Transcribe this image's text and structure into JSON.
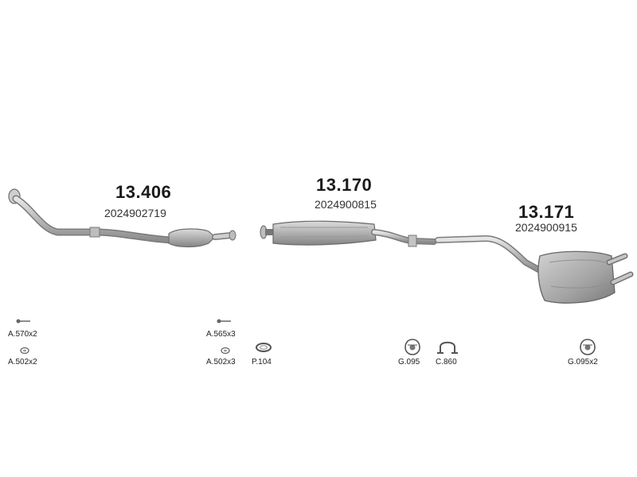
{
  "colors": {
    "pipe_fill": "#c9c9c9",
    "pipe_stroke": "#7d7d7d",
    "muffler_fill": "#b5b5b5",
    "muffler_dark": "#8a8a8a",
    "text": "#1a1a1a"
  },
  "parts": [
    {
      "code": "13.406",
      "ref": "2024902719",
      "kind": "front-pipe-with-catalyst"
    },
    {
      "code": "13.170",
      "ref": "2024900815",
      "kind": "middle-silencer"
    },
    {
      "code": "13.171",
      "ref": "2024900915",
      "kind": "rear-silencer"
    }
  ],
  "accessories": [
    {
      "label": "A.570x2",
      "icon": "bolt-icon"
    },
    {
      "label": "A.502x2",
      "icon": "nut-icon"
    },
    {
      "label": "A.565x3",
      "icon": "bolt-icon"
    },
    {
      "label": "A.502x3",
      "icon": "nut-icon"
    },
    {
      "label": "P.104",
      "icon": "gasket-ring-icon"
    },
    {
      "label": "G.095",
      "icon": "rubber-mount-icon"
    },
    {
      "label": "C.860",
      "icon": "clamp-icon"
    },
    {
      "label": "G.095x2",
      "icon": "rubber-mount-icon"
    }
  ]
}
